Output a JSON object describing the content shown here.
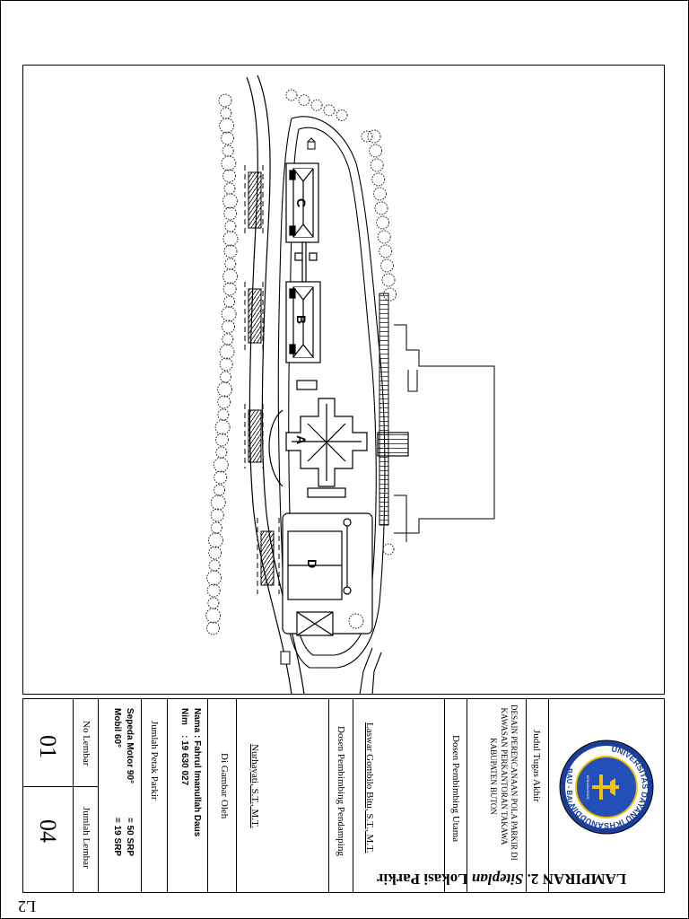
{
  "sheet_code": "L2",
  "appendix_prefix": "LAMPIRAN 2.",
  "appendix_italic": "Siteplan",
  "appendix_suffix": "Lokasi Parkir",
  "buildings": [
    "A",
    "B",
    "C",
    "D"
  ],
  "university": {
    "name_ring": "UNIVERSITAS DAYANU IKHSANUDDIN",
    "city": "BAU - BAU",
    "inner": "KEBUDAYAAN"
  },
  "titleblock": {
    "judul_label": "Judul Tugas Akhir",
    "judul_lines": [
      "DESAIN PERENCANAAN POLA PARKIR DI",
      "KAWASAN PERKANTORAN TAKAWA",
      "KABUPATEN BUTON"
    ],
    "dosen_utama_label": "Dosen Pembimbing Utama",
    "dosen_utama_name": "Laswar Gombilo Bitu, S.T., M.T.",
    "dosen_pendamping_label": "Dosen Pembimbing Pendamping",
    "dosen_pendamping_name": "Nurhayati, S.T., M.T.",
    "digambar_label": "Di Gambar Oleh",
    "nama_label": "Nama",
    "nama_value": ": Fahrul Imanullah Daus",
    "nim_label": "Nim",
    "nim_value": ": 19 630 027",
    "jumlah_petak_label": "Jumlah Petak Parkir",
    "motor_label": "Sepeda Motor 90°",
    "motor_value": "= 50 SRP",
    "mobil_label": "Mobil 60°",
    "mobil_value": "= 19 SRP",
    "no_lembar_label": "No Lembar",
    "no_lembar_value": "01",
    "jumlah_lembar_label": "Jumlah Lembar",
    "jumlah_lembar_value": "04"
  }
}
